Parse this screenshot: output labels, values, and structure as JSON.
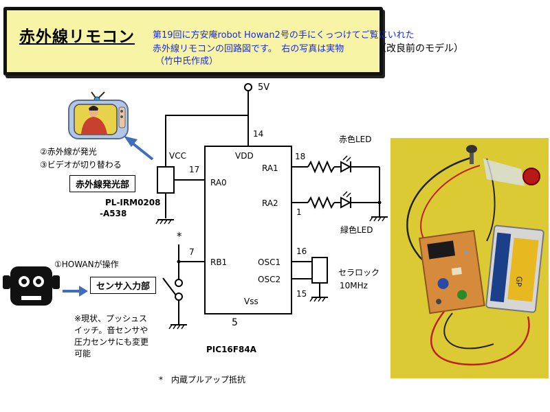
{
  "header": {
    "title": "赤外線リモコン",
    "desc_line1": "第19回に方安庵robot Howan2号の手にくっつけてご覧にいれた",
    "desc_line2": "赤外線リモコンの回路図です。　右の写真は実物",
    "desc_line2_note": "（改良前のモデル）",
    "desc_line3": "（竹中氏作成）"
  },
  "schematic": {
    "vcc_top": "5V",
    "pin_vdd_num": "14",
    "pin_vdd": "VDD",
    "pin_ra1_num": "18",
    "pin_ra1": "RA1",
    "pin_ra2_num": "1",
    "pin_ra2": "RA2",
    "pin_ra0_num": "17",
    "pin_ra0": "RA0",
    "vcc_label": "VCC",
    "pin_rb1_num": "7",
    "pin_rb1": "RB1",
    "pin_osc1_num": "16",
    "pin_osc1": "OSC1",
    "pin_osc2_num": "15",
    "pin_osc2": "OSC2",
    "pin_vss_num": "5",
    "pin_vss": "Vss",
    "chip_name": "PIC16F84A",
    "red_led": "赤色LED",
    "green_led": "緑色LED",
    "ceramic_label": "セラロック",
    "ceramic_freq": "10MHz",
    "ir_module_line1": "PL-IRM0208",
    "ir_module_line2": "-A538",
    "ir_emitter_box": "赤外線発光部",
    "ir_note1": "②赤外線が発光",
    "ir_note2": "③ビデオが切り替わる",
    "sensor_box": "センサ入力部",
    "howan_note": "①HOWANが操作",
    "sensor_note1": "※現状、プッシュス",
    "sensor_note2": "イッチ。音センサや",
    "sensor_note3": "圧力センサにも変更",
    "sensor_note4": "可能",
    "asterisk": "*",
    "pullup_note": "*　内蔵プルアップ抵抗"
  },
  "colors": {
    "banner_bg": "#f8f4a5",
    "desc_text": "#1a2bd8",
    "arrow": "#3e6fb8",
    "photo_bg": "#e2d23a"
  }
}
